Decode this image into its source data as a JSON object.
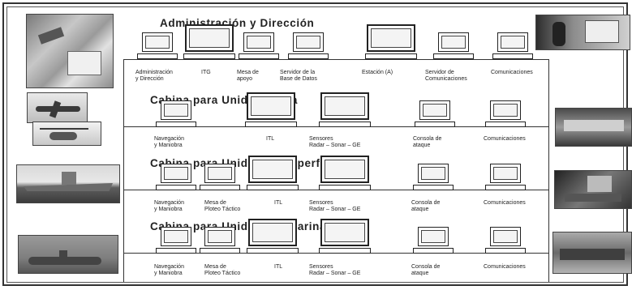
{
  "sections": {
    "admin": {
      "title": "Administración  y Dirección",
      "terminals": [
        {
          "label": "Administración\ny Dirección"
        },
        {
          "label": "ITG"
        },
        {
          "label": "Mesa de\napoyo"
        },
        {
          "label": "Servidor de la\nBase de Datos"
        },
        {
          "label": "Estación (A)"
        },
        {
          "label": "Servidor de\nComunicaciones"
        },
        {
          "label": "Comunicaciones"
        }
      ]
    },
    "air": {
      "title": "Cabina para Unidad Aérea",
      "terminals": [
        {
          "label": "Navegación\ny Maniobra"
        },
        {
          "label": "ITL"
        },
        {
          "label": "Sensores\nRadar – Sonar – GE"
        },
        {
          "label": "Consola de\nataque"
        },
        {
          "label": "Comunicaciones"
        }
      ]
    },
    "surface": {
      "title": "Cabina para Unidad de Superficie",
      "terminals": [
        {
          "label": "Navegación\ny Maniobra"
        },
        {
          "label": "Mesa de\nPloteo Táctico"
        },
        {
          "label": "ITL"
        },
        {
          "label": "Sensores\nRadar – Sonar – GE"
        },
        {
          "label": "Consola de\nataque"
        },
        {
          "label": "Comunicaciones"
        }
      ]
    },
    "sub": {
      "title": "Cabina para Unidad Submarina",
      "terminals": [
        {
          "label": "Navegación\ny Maniobra"
        },
        {
          "label": "Mesa de\nPloteo Táctico"
        },
        {
          "label": "ITL"
        },
        {
          "label": "Sensores\nRadar – Sonar – GE"
        },
        {
          "label": "Consola de\nataque"
        },
        {
          "label": "Comunicaciones"
        }
      ]
    }
  },
  "photos": {
    "map": "map-photo",
    "plane": "aircraft-photo",
    "heli": "helicopter-photo",
    "ship": "frigate-photo",
    "sub": "submarine-photo",
    "r1": "operator-photo",
    "r2": "cockpit-photo",
    "r3": "combat-room-photo",
    "r4": "control-room-photo"
  }
}
